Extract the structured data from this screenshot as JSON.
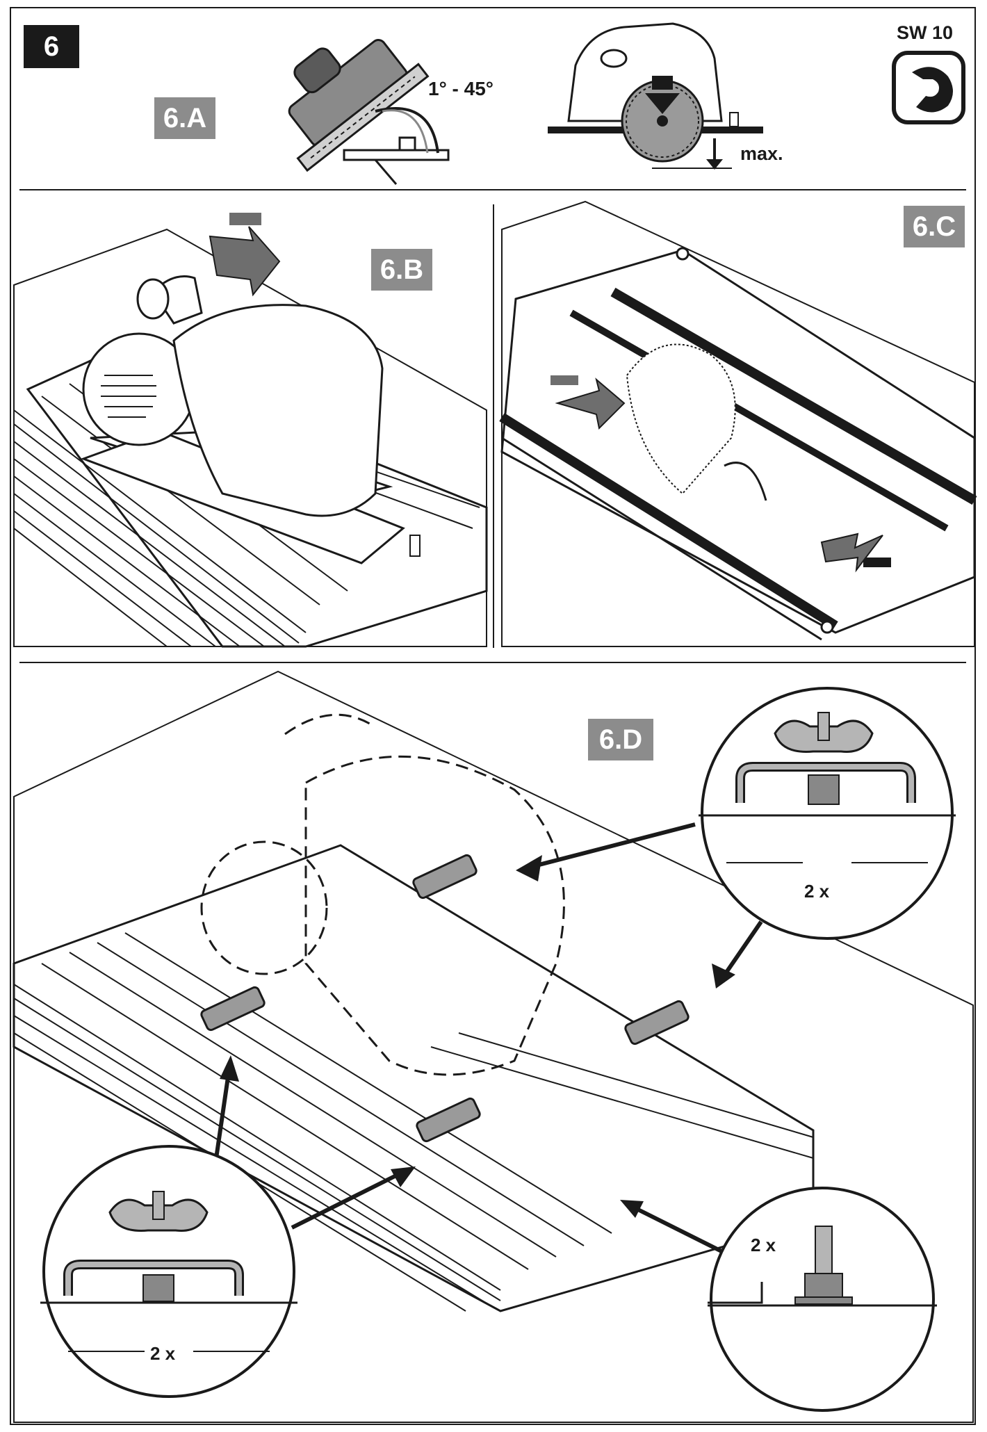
{
  "step_number": "6",
  "tool_size": "SW 10",
  "panels": {
    "a": {
      "label": "6.A",
      "angle_range": "1° - 45°",
      "depth_label": "max."
    },
    "b": {
      "label": "6.B"
    },
    "c": {
      "label": "6.C"
    },
    "d": {
      "label": "6.D",
      "callouts": [
        {
          "quantity": "2 x"
        },
        {
          "quantity": "2 x"
        },
        {
          "quantity": "2 x"
        }
      ]
    }
  },
  "colors": {
    "ink": "#1a1a1a",
    "label_bg": "#8c8c8c",
    "arrow_gray": "#6e6e6e",
    "part_gray": "#b5b5b5"
  }
}
